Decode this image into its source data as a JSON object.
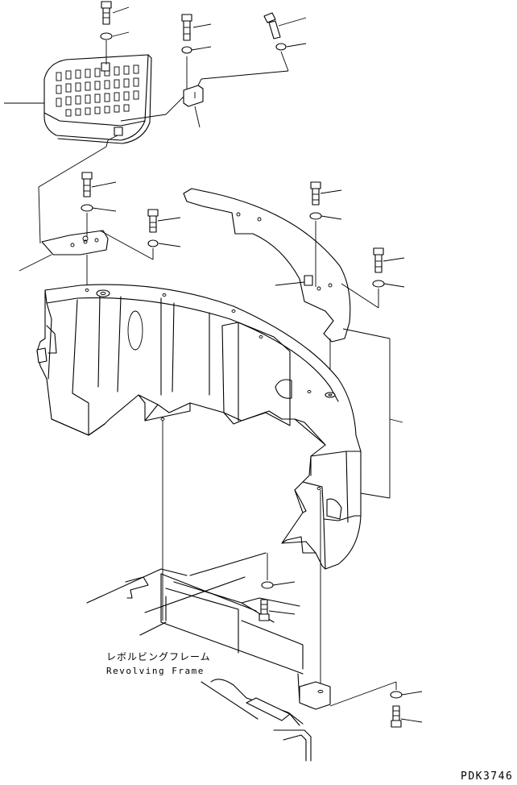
{
  "labels": {
    "part_name_japanese": "レボルビングフレーム",
    "part_name_english": "Revolving Frame"
  },
  "drawing_code": "PDK3746"
}
